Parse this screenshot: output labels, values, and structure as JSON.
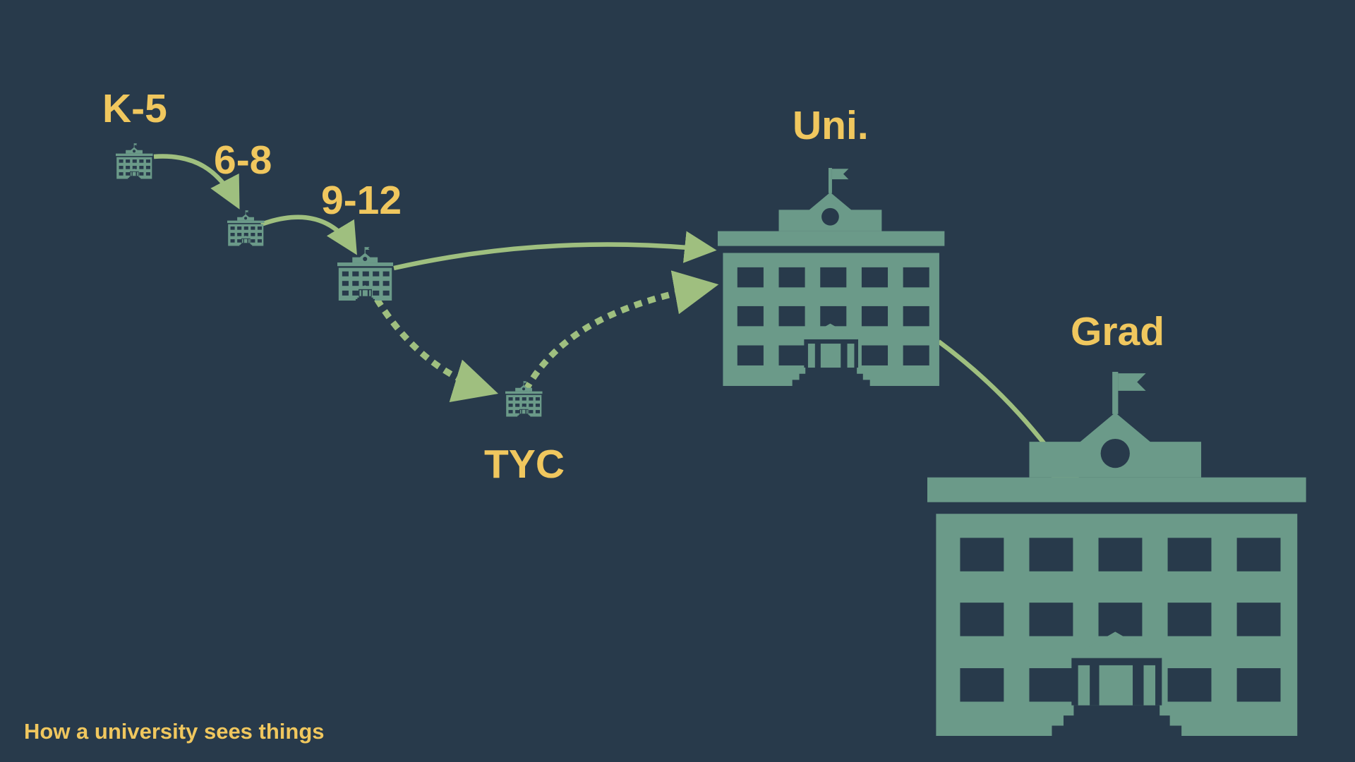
{
  "colors": {
    "background": "#283a4b",
    "label": "#f0c75e",
    "building": "#6b9a89",
    "arrow": "#9fbf7f",
    "window": "#283a4b"
  },
  "nodes": [
    {
      "id": "k5",
      "label": "K-5",
      "icon": "school-building-icon"
    },
    {
      "id": "g68",
      "label": "6-8",
      "icon": "school-building-icon"
    },
    {
      "id": "g912",
      "label": "9-12",
      "icon": "school-building-icon"
    },
    {
      "id": "tyc",
      "label": "TYC",
      "icon": "school-building-icon"
    },
    {
      "id": "uni",
      "label": "Uni.",
      "icon": "university-building-icon"
    },
    {
      "id": "grad",
      "label": "Grad",
      "icon": "university-building-icon"
    }
  ],
  "edges": [
    {
      "from": "k5",
      "to": "g68",
      "style": "solid"
    },
    {
      "from": "g68",
      "to": "g912",
      "style": "solid"
    },
    {
      "from": "g912",
      "to": "uni",
      "style": "solid"
    },
    {
      "from": "g912",
      "to": "tyc",
      "style": "dotted"
    },
    {
      "from": "tyc",
      "to": "uni",
      "style": "dotted"
    },
    {
      "from": "uni",
      "to": "grad",
      "style": "solid"
    }
  ],
  "caption": "How a university sees things"
}
